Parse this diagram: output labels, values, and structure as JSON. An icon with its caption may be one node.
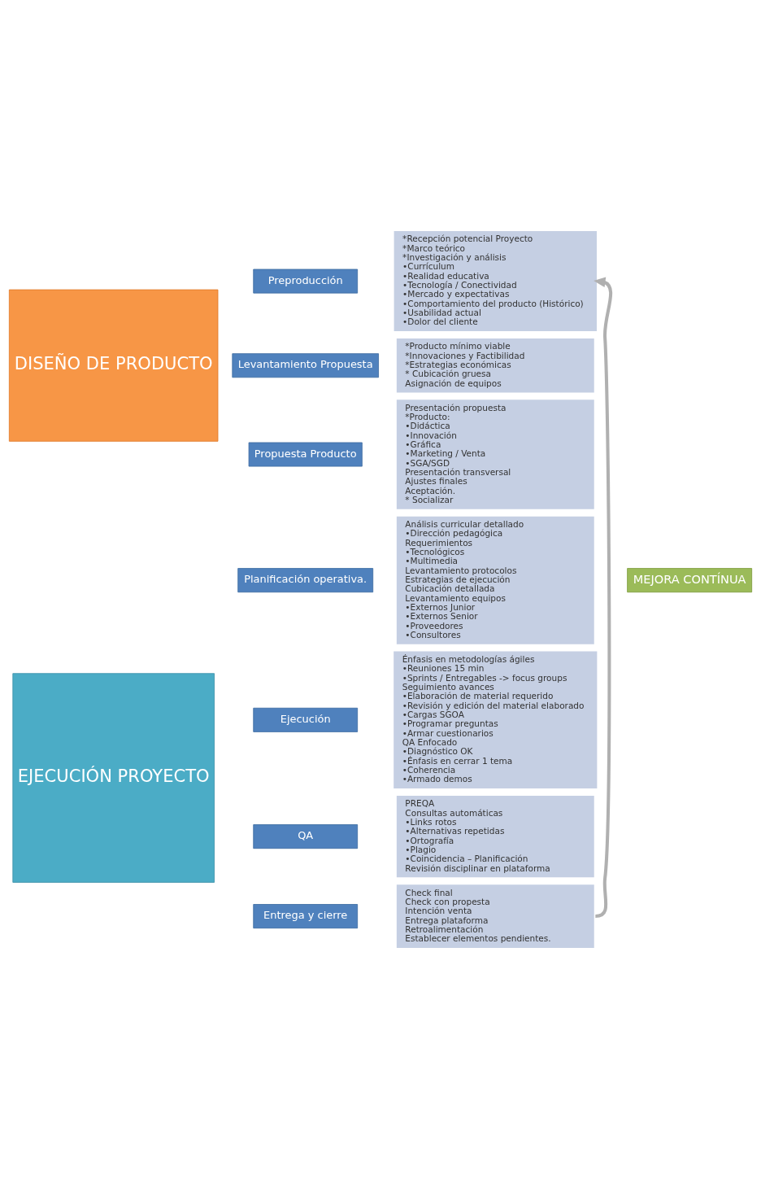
{
  "diagram": {
    "nodes": [
      {
        "text": [
          "DISEÑO DE PRODUCTO"
        ]
      },
      {
        "text": [
          "EJECUCIÓN PROYECTO"
        ]
      },
      {
        "text": [
          "Preproducción"
        ]
      },
      {
        "text": [
          "*Recepción potencial Proyecto",
          "*Marco teórico",
          "*Investigación y análisis",
          "•Currículum",
          "•Realidad educativa",
          "•Tecnología / Conectividad",
          "•Mercado y expectativas",
          "•Comportamiento del producto (Histórico)",
          "•Usabilidad actual",
          "•Dolor del cliente"
        ]
      },
      {
        "text": [
          "Levantamiento Propuesta"
        ]
      },
      {
        "text": [
          "*Producto mínimo viable",
          "*Innovaciones y Factibilidad",
          "*Estrategias económicas",
          "* Cubicación gruesa",
          "Asignación de equipos"
        ]
      },
      {
        "text": [
          "Propuesta Producto"
        ]
      },
      {
        "text": [
          "Presentación propuesta",
          "*Producto:",
          "•Didáctica",
          "•Innovación",
          "•Gráfica",
          "•Marketing / Venta",
          "•SGA/SGD",
          "Presentación transversal",
          "Ajustes finales",
          "Aceptación.",
          "* Socializar"
        ]
      },
      {
        "text": [
          "Planificación operativa."
        ]
      },
      {
        "text": [
          "Análisis curricular detallado",
          "•Dirección pedagógica",
          "Requerimientos",
          "•Tecnológicos",
          "•Multimedia",
          "Levantamiento protocolos",
          "Estrategias de ejecución",
          "Cubicación detallada",
          "Levantamiento equipos",
          "•Externos Junior",
          "•Externos Senior",
          "•Proveedores",
          "•Consultores"
        ]
      },
      {
        "text": [
          "Ejecución"
        ]
      },
      {
        "text": [
          "Énfasis en metodologías ágiles",
          "•Reuniones 15 min",
          "•Sprints / Entregables -> focus groups",
          "Seguimiento avances",
          "•Elaboración de material requerido",
          "•Revisión y edición del material elaborado",
          "•Cargas SGOA",
          "•Programar preguntas",
          "•Armar cuestionarios",
          "QA Enfocado",
          "•Diagnóstico OK",
          "•Énfasis en cerrar 1 tema",
          "•Coherencia",
          "•Armado demos"
        ]
      },
      {
        "text": [
          "QA"
        ]
      },
      {
        "text": [
          "PREQA",
          "Consultas automáticas",
          "•Links rotos",
          "•Alternativas repetidas",
          "•Ortografía",
          "•Plagio",
          "•Coincidencia – Planificación",
          "Revisión disciplinar en plataforma"
        ]
      },
      {
        "text": [
          "Entrega y cierre"
        ]
      },
      {
        "text": [
          "Check final",
          "Check con propesta",
          "Intención venta",
          "Entrega plataforma",
          "Retroalimentación",
          "Establecer elementos pendientes."
        ]
      },
      {
        "text": [
          "MEJORA CONTÍNUA"
        ]
      }
    ],
    "edges": [
      {
        "from": 15,
        "to": 3,
        "arrow": "to"
      }
    ]
  }
}
